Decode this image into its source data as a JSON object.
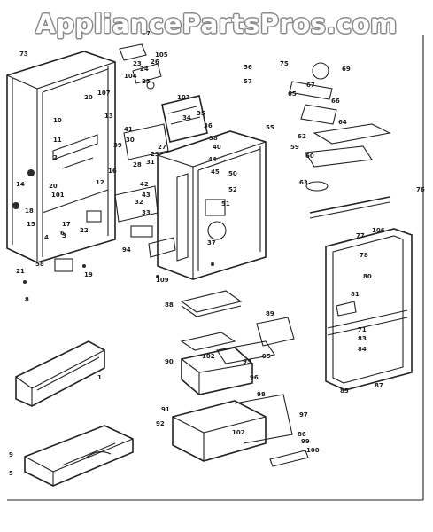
{
  "watermark": "AppliancePartsPros.com",
  "callouts": [
    {
      "id": "c73",
      "text": "73"
    },
    {
      "id": "c10",
      "text": "10"
    },
    {
      "id": "c11",
      "text": "11"
    },
    {
      "id": "c2",
      "text": "2"
    },
    {
      "id": "c20a",
      "text": "20"
    },
    {
      "id": "c107",
      "text": "107"
    },
    {
      "id": "c13",
      "text": "13"
    },
    {
      "id": "c16",
      "text": "16"
    },
    {
      "id": "c12",
      "text": "12"
    },
    {
      "id": "c20b",
      "text": "20"
    },
    {
      "id": "c101",
      "text": "101"
    },
    {
      "id": "c15",
      "text": "15"
    },
    {
      "id": "c17a",
      "text": "17"
    },
    {
      "id": "c4",
      "text": "4"
    },
    {
      "id": "c3",
      "text": "3"
    },
    {
      "id": "c22",
      "text": "22"
    },
    {
      "id": "c18",
      "text": "18"
    },
    {
      "id": "c14",
      "text": "14"
    },
    {
      "id": "c21",
      "text": "21"
    },
    {
      "id": "c6",
      "text": "6"
    },
    {
      "id": "c58",
      "text": "58"
    },
    {
      "id": "c19",
      "text": "19"
    },
    {
      "id": "c8",
      "text": "8"
    },
    {
      "id": "c23",
      "text": "23"
    },
    {
      "id": "c24",
      "text": "24"
    },
    {
      "id": "c25",
      "text": "25"
    },
    {
      "id": "c26",
      "text": "26"
    },
    {
      "id": "c105",
      "text": "105"
    },
    {
      "id": "c104",
      "text": "104"
    },
    {
      "id": "c17b",
      "text": "17"
    },
    {
      "id": "c41",
      "text": "41"
    },
    {
      "id": "c39",
      "text": "39"
    },
    {
      "id": "c30",
      "text": "30"
    },
    {
      "id": "c29",
      "text": "29"
    },
    {
      "id": "c27",
      "text": "27"
    },
    {
      "id": "c28",
      "text": "28"
    },
    {
      "id": "c31",
      "text": "31"
    },
    {
      "id": "c42",
      "text": "42"
    },
    {
      "id": "c43",
      "text": "43"
    },
    {
      "id": "c32",
      "text": "32"
    },
    {
      "id": "c33",
      "text": "33"
    },
    {
      "id": "c103",
      "text": "103"
    },
    {
      "id": "c34",
      "text": "34"
    },
    {
      "id": "c35",
      "text": "35"
    },
    {
      "id": "c36",
      "text": "36"
    },
    {
      "id": "c38",
      "text": "38"
    },
    {
      "id": "c40",
      "text": "40"
    },
    {
      "id": "c44",
      "text": "44"
    },
    {
      "id": "c45",
      "text": "45"
    },
    {
      "id": "c50",
      "text": "50"
    },
    {
      "id": "c52",
      "text": "52"
    },
    {
      "id": "c51",
      "text": "51"
    },
    {
      "id": "c37",
      "text": "37"
    },
    {
      "id": "c55",
      "text": "55"
    },
    {
      "id": "c56",
      "text": "56"
    },
    {
      "id": "c57",
      "text": "57"
    },
    {
      "id": "c75",
      "text": "75"
    },
    {
      "id": "c69",
      "text": "69"
    },
    {
      "id": "c67",
      "text": "67"
    },
    {
      "id": "c65",
      "text": "65"
    },
    {
      "id": "c63",
      "text": "63"
    },
    {
      "id": "c62",
      "text": "62"
    },
    {
      "id": "c60",
      "text": "60"
    },
    {
      "id": "c59",
      "text": "59"
    },
    {
      "id": "c66",
      "text": "66"
    },
    {
      "id": "c64",
      "text": "64"
    },
    {
      "id": "c76",
      "text": "76"
    },
    {
      "id": "c77",
      "text": "77"
    },
    {
      "id": "c78",
      "text": "78"
    },
    {
      "id": "c106",
      "text": "106"
    },
    {
      "id": "c80",
      "text": "80"
    },
    {
      "id": "c81",
      "text": "81"
    },
    {
      "id": "c71",
      "text": "71"
    },
    {
      "id": "c83",
      "text": "83"
    },
    {
      "id": "c84",
      "text": "84"
    },
    {
      "id": "c85",
      "text": "85"
    },
    {
      "id": "c87",
      "text": "87"
    },
    {
      "id": "c86",
      "text": "86"
    },
    {
      "id": "c88",
      "text": "88"
    },
    {
      "id": "c89",
      "text": "89"
    },
    {
      "id": "c90",
      "text": "90"
    },
    {
      "id": "c102a",
      "text": "102"
    },
    {
      "id": "c95",
      "text": "95"
    },
    {
      "id": "c96",
      "text": "96"
    },
    {
      "id": "c98",
      "text": "98"
    },
    {
      "id": "c93",
      "text": "93"
    },
    {
      "id": "c91",
      "text": "91"
    },
    {
      "id": "c92",
      "text": "92"
    },
    {
      "id": "c97",
      "text": "97"
    },
    {
      "id": "c102b",
      "text": "102"
    },
    {
      "id": "c99",
      "text": "99"
    },
    {
      "id": "c100",
      "text": "100"
    },
    {
      "id": "c9",
      "text": "9"
    },
    {
      "id": "c5",
      "text": "5"
    },
    {
      "id": "c1",
      "text": "1"
    },
    {
      "id": "c94",
      "text": "94"
    },
    {
      "id": "c109",
      "text": "109"
    }
  ]
}
